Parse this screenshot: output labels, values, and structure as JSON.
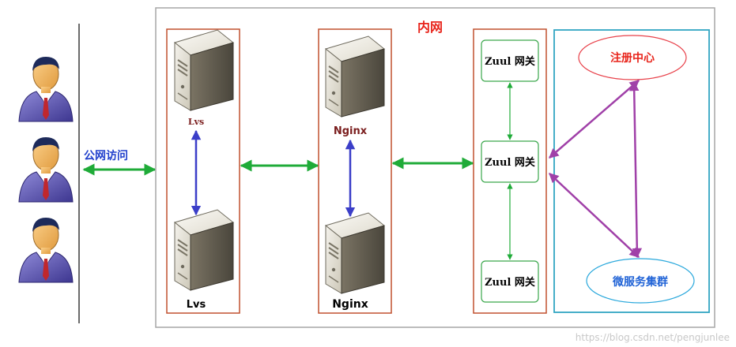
{
  "intranet_label": "内网",
  "public_access_label": "公网访问",
  "lvs_labels": [
    "Lvs",
    "Lvs"
  ],
  "nginx_labels": [
    "Nginx",
    "Nginx"
  ],
  "zuul_labels": [
    "Zuul 网关",
    "Zuul 网关",
    "Zuul 网关"
  ],
  "registry_label": "注册中心",
  "microservices_label": "微服务集群",
  "watermark": "https://blog.csdn.net/pengjunlee",
  "colors": {
    "intranet_border": "#a6a6a6",
    "intranet_text": "#e8241b",
    "cluster_border": "#c0502f",
    "cluster_right_border": "#31a6c2",
    "zuul_border": "#3aa64b",
    "green_arrow": "#1fab38",
    "blue_arrow": "#3b3ec8",
    "purple_arrow": "#a040a8",
    "registry_border": "#e8414a",
    "registry_text": "#e8241b",
    "micro_border": "#2aa8dc",
    "micro_text": "#1f62d6",
    "lvs_text": "#7a1d1d",
    "public_text": "#1f3fcc",
    "divider": "#3a3a3a"
  }
}
